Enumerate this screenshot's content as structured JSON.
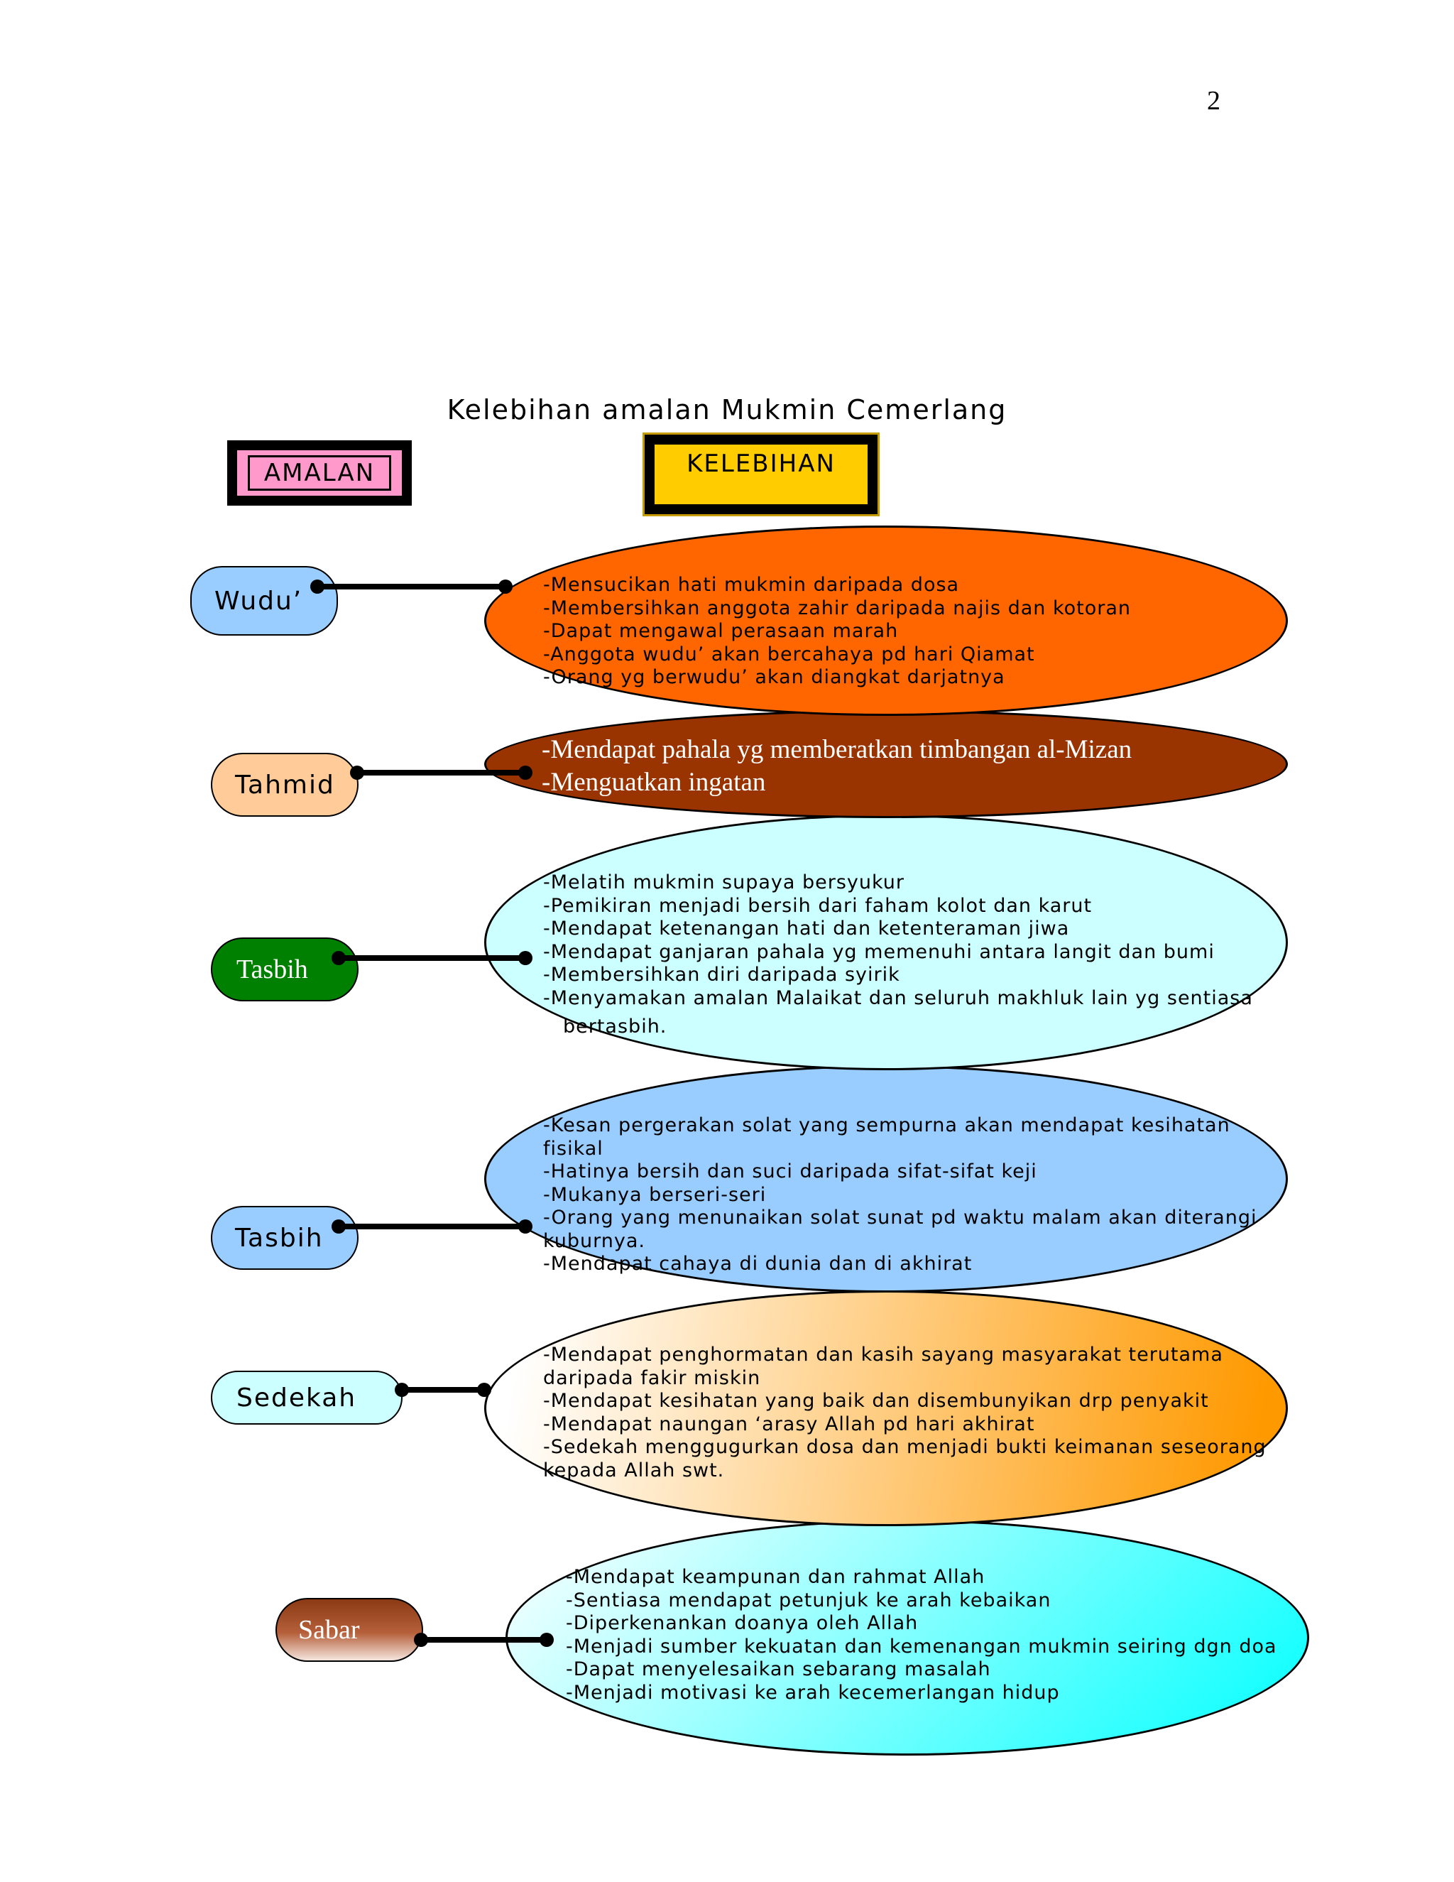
{
  "page_number": "2",
  "title": "Kelebihan amalan Mukmin Cemerlang",
  "headers": {
    "amalan": "AMALAN",
    "kelebihan": "KELEBIHAN"
  },
  "colors": {
    "wudu_oval": "#ff6600",
    "tahmid_oval": "#993300",
    "tasbih_oval": "#ccffff",
    "solat_oval": "#99ccff",
    "sedekah_gradient": [
      "#ffffff",
      "#ff9900"
    ],
    "sabar_gradient": [
      "#ffffff",
      "#00ffff"
    ],
    "amalan_header": "#ff99cc",
    "kelebihan_header": "#ffcc00"
  },
  "rows": [
    {
      "amalan": "Wudu’",
      "kelebihan": [
        "-Mensucikan hati mukmin daripada dosa",
        "-Membersihkan anggota zahir daripada najis dan kotoran",
        "-Dapat mengawal perasaan marah",
        "-Anggota wudu’ akan bercahaya pd hari Qiamat",
        "-Orang yg berwudu’ akan diangkat darjatnya"
      ]
    },
    {
      "amalan": "Tahmid",
      "kelebihan": [
        "-Mendapat pahala yg memberatkan timbangan al-Mizan",
        "-Menguatkan ingatan"
      ]
    },
    {
      "amalan": "Tasbih",
      "kelebihan": [
        "-Melatih mukmin supaya bersyukur",
        "-Pemikiran menjadi bersih dari faham kolot dan karut",
        "-Mendapat ketenangan hati dan ketenteraman jiwa",
        "-Mendapat ganjaran pahala yg memenuhi antara langit dan bumi",
        "-Membersihkan diri daripada syirik",
        "-Menyamakan amalan Malaikat dan seluruh makhluk lain yg sentiasa",
        "bertasbih."
      ]
    },
    {
      "amalan": "Tasbih",
      "kelebihan": [
        "-Kesan pergerakan solat yang sempurna akan mendapat kesihatan",
        "fisikal",
        "-Hatinya bersih dan suci daripada sifat-sifat keji",
        "-Mukanya berseri-seri",
        "-Orang yang menunaikan solat sunat pd waktu malam akan diterangi",
        "kuburnya.",
        "-Mendapat cahaya di dunia dan di akhirat"
      ]
    },
    {
      "amalan": "Sedekah",
      "kelebihan": [
        "-Mendapat penghormatan dan kasih sayang masyarakat terutama",
        "daripada fakir miskin",
        "-Mendapat kesihatan yang baik dan disembunyikan drp penyakit",
        "-Mendapat naungan ‘arasy Allah pd hari akhirat",
        "-Sedekah menggugurkan dosa dan menjadi bukti keimanan seseorang",
        "kepada Allah swt."
      ]
    },
    {
      "amalan": "Sabar",
      "kelebihan": [
        "-Mendapat keampunan dan rahmat Allah",
        "-Sentiasa mendapat petunjuk ke arah kebaikan",
        "-Diperkenankan doanya oleh Allah",
        "-Menjadi sumber kekuatan  dan kemenangan mukmin seiring dgn doa",
        "-Dapat menyelesaikan sebarang masalah",
        "-Menjadi motivasi ke arah kecemerlangan hidup"
      ]
    }
  ]
}
